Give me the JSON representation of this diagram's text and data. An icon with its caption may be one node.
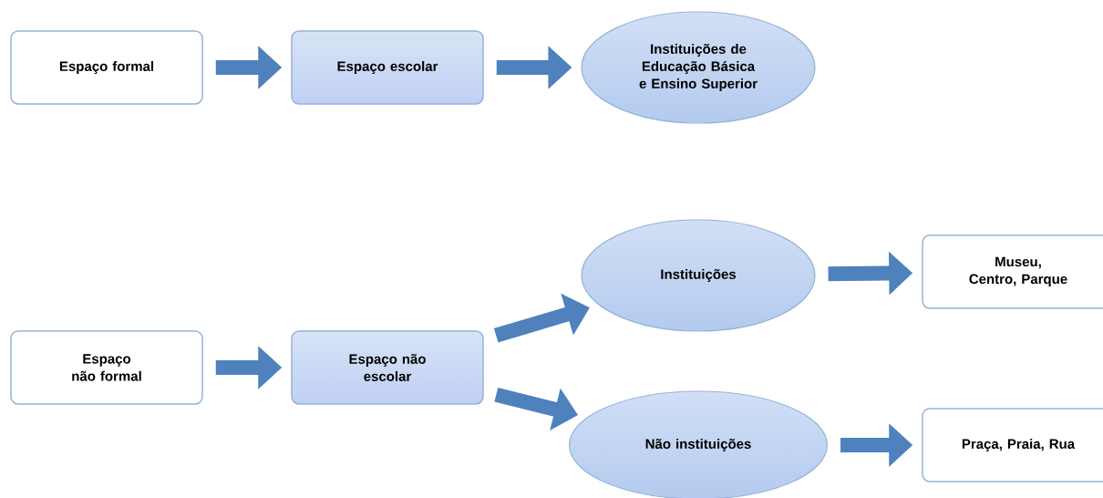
{
  "diagram": {
    "nodes": [
      {
        "text": [
          "Espaço formal"
        ]
      },
      {
        "text": [
          "Espaço escolar"
        ]
      },
      {
        "text": [
          "Instituições de Educação Básica e Ensino Superior"
        ]
      },
      {
        "text": [
          "Espaço não formal"
        ]
      },
      {
        "text": [
          "Espaço não escolar"
        ]
      },
      {
        "text": [
          "Instituições"
        ]
      },
      {
        "text": [
          "Museu, Centro, Parque"
        ]
      },
      {
        "text": [
          "Não instituições"
        ]
      },
      {
        "text": [
          "Praça, Praia, Rua"
        ]
      }
    ],
    "edges": [
      {
        "from": 0,
        "to": 1,
        "arrow": "to"
      },
      {
        "from": 1,
        "to": 2,
        "arrow": "to"
      },
      {
        "from": 3,
        "to": 4,
        "arrow": "to"
      },
      {
        "from": 4,
        "to": 5,
        "arrow": "to"
      },
      {
        "from": 4,
        "to": 7,
        "arrow": "to"
      },
      {
        "from": 5,
        "to": 6,
        "arrow": "to"
      },
      {
        "from": 7,
        "to": 8,
        "arrow": "to"
      }
    ]
  }
}
